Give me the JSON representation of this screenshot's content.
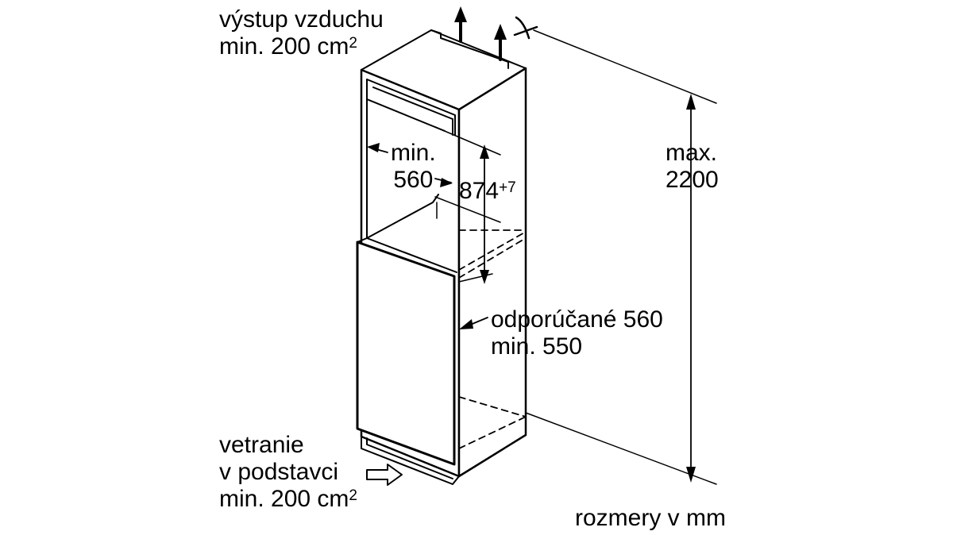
{
  "labels": {
    "air_outlet_line1": "výstup vzduchu",
    "air_outlet_line2": "min. 200 cm",
    "air_outlet_sup": "2",
    "niche_depth_line1": "min.",
    "niche_depth_line2": "560",
    "height_value": "874",
    "height_tolerance": "+7",
    "max_height_line1": "max.",
    "max_height_line2": "2200",
    "width_line1": "odporúčané 560",
    "width_line2": "min. 550",
    "vent_line1": "vetranie",
    "vent_line2": "v podstavci",
    "vent_line3": "min. 200 cm",
    "vent_sup": "2",
    "units_note": "rozmery v mm"
  },
  "colors": {
    "line": "#000000",
    "background": "#ffffff"
  }
}
